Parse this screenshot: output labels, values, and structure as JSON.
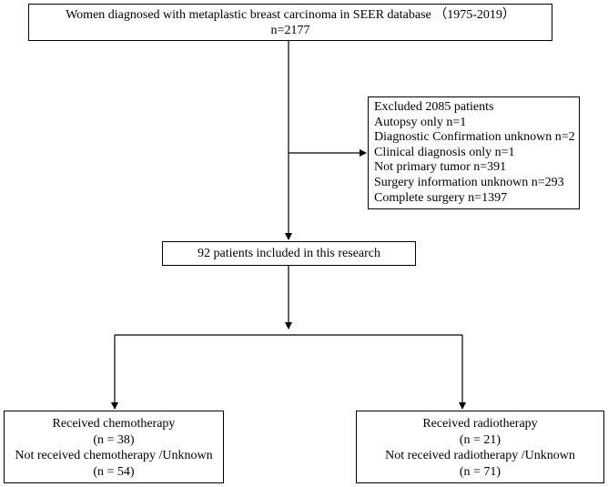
{
  "flowchart": {
    "top": {
      "title": "Women diagnosed with metaplastic breast carcinoma in SEER database （1975-2019）",
      "count": "n=2177"
    },
    "excluded": {
      "heading": "Excluded 2085 patients",
      "items": [
        "Autopsy only n=1",
        "Diagnostic Confirmation unknown n=2",
        "Clinical diagnosis only n=1",
        "Not primary tumor n=391",
        "Surgery information unknown n=293",
        "Complete surgery n=1397"
      ]
    },
    "included": {
      "label": "92 patients included in this research"
    },
    "chemotherapy": {
      "received_label": "Received chemotherapy",
      "received_n": "(n = 38)",
      "not_received_label": "Not received chemotherapy /Unknown",
      "not_received_n": "(n = 54)"
    },
    "radiotherapy": {
      "received_label": "Received radiotherapy",
      "received_n": "(n = 21)",
      "not_received_label": "Not received radiotherapy /Unknown",
      "not_received_n": "(n = 71)"
    }
  }
}
